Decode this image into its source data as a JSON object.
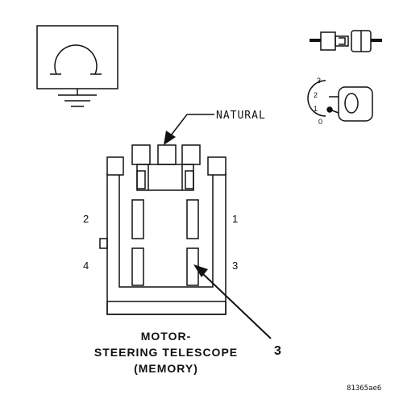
{
  "diagram": {
    "callout_label": "NATURAL",
    "pins": [
      "1",
      "2",
      "3",
      "4"
    ],
    "callout_number": "3",
    "title_lines": [
      "MOTOR-",
      "STEERING TELESCOPE",
      "(MEMORY)"
    ],
    "key_positions": [
      "3",
      "2",
      "1",
      "0"
    ],
    "figure_id": "81365ae6"
  },
  "icons": [
    "motor-symbol-icon",
    "connector-plug-icon",
    "ignition-key-icon"
  ],
  "colors": {
    "ink": "#111111",
    "background": "#ffffff"
  }
}
